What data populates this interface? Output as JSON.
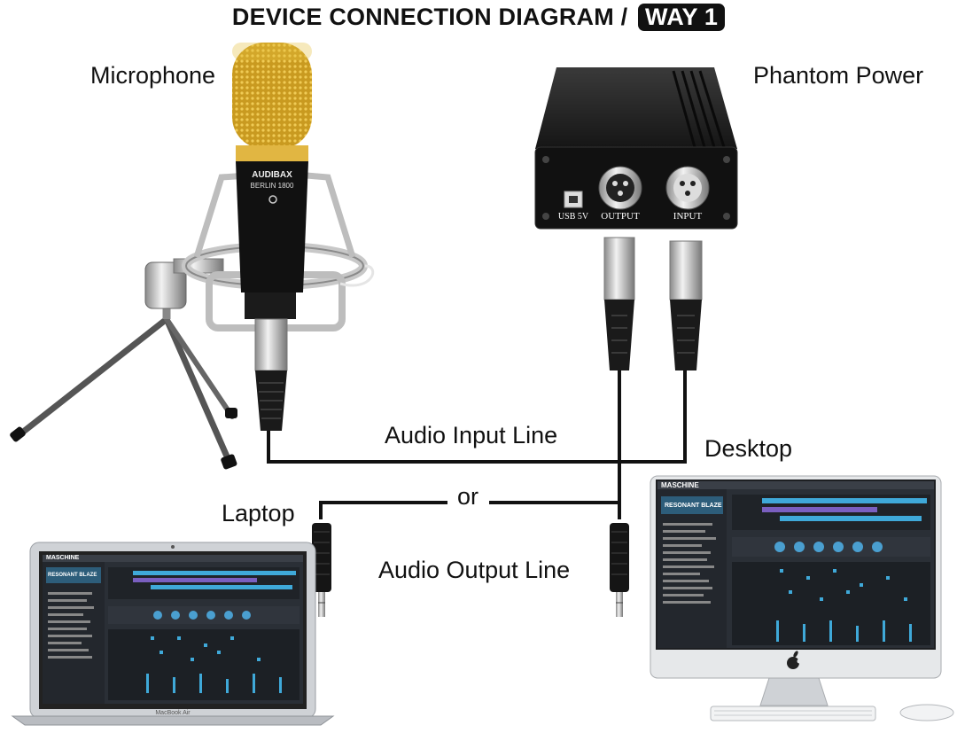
{
  "title": {
    "main": "DEVICE CONNECTION DIAGRAM /",
    "badge": "WAY 1"
  },
  "labels": {
    "microphone": "Microphone",
    "phantom_power": "Phantom Power",
    "audio_input_line": "Audio Input Line",
    "desktop": "Desktop",
    "or": "or",
    "laptop": "Laptop",
    "audio_output_line": "Audio Output Line"
  },
  "mic": {
    "brand": "AUDIBAX",
    "model": "BERLIN 1800"
  },
  "phantom": {
    "port_usb": "USB 5V",
    "port_output": "OUTPUT",
    "port_input": "INPUT"
  },
  "laptop": {
    "model": "MacBook Air"
  },
  "software": {
    "name": "MASCHINE",
    "project": "RESONANT BLAZE"
  },
  "colors": {
    "mic_grille": "#d4a52a",
    "line": "#111111",
    "screen_bg": "#2a2f36",
    "accent": "#3fa9d9"
  }
}
